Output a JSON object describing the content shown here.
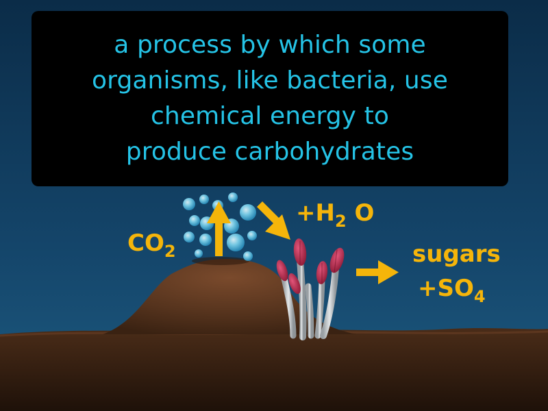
{
  "definition": {
    "lines": [
      "a process by which some",
      "organisms, like bacteria, use",
      "chemical energy to",
      "produce carbohydrates"
    ]
  },
  "labels": {
    "co2": {
      "main": "CO",
      "sub": "2"
    },
    "h2o": {
      "prefix": "+H",
      "sub": "2",
      "suffix": "O"
    },
    "sugars": "sugars",
    "so4": {
      "main": "+SO",
      "sub": "4"
    }
  },
  "colors": {
    "water": "#0e3352",
    "definition_box": "#000000",
    "definition_text": "#25c3e6",
    "label_text": "#f5b50a",
    "arrow": "#f5b50a",
    "seafloor": "#3a2414",
    "mound": "#5a3622",
    "bubble": "#7fd6f0",
    "tube_worm_plume": "#c2304f",
    "tube_worm_tube": "#c9cdd0"
  },
  "icons": [
    "co2-bubbles",
    "hydrothermal-vent-mound",
    "tube-worms",
    "arrow-up",
    "arrow-down-right",
    "arrow-right"
  ]
}
